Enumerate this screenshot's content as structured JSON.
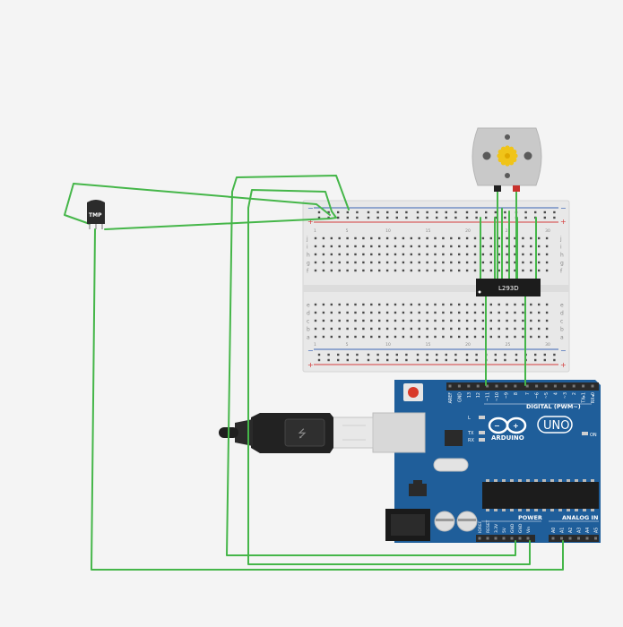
{
  "components": {
    "temp_sensor": {
      "label": "TMP"
    },
    "motor": {
      "type": "dc-motor"
    },
    "driver_chip": {
      "label": "L293D"
    },
    "arduino": {
      "brand": "ARDUINO",
      "model": "UNO",
      "digital_label": "DIGITAL (PWM~)",
      "power_label": "POWER",
      "analog_label": "ANALOG IN",
      "on_label": "ON",
      "led_labels": [
        "L",
        "TX",
        "RX"
      ],
      "top_pins": [
        "AREF",
        "GND",
        "13",
        "12",
        "~11",
        "~10",
        "~9",
        "8",
        "7",
        "~6",
        "~5",
        "4",
        "~3",
        "2",
        "TX▸1",
        "RX◂0"
      ],
      "power_pins": [
        "IOREF",
        "RESET",
        "3.3V",
        "5V",
        "GND",
        "GND",
        "Vin"
      ],
      "analog_pins": [
        "A0",
        "A1",
        "A2",
        "A3",
        "A4",
        "A5"
      ]
    }
  },
  "breadboard": {
    "row_letters_top": [
      "j",
      "i",
      "h",
      "g",
      "f"
    ],
    "row_letters_bottom": [
      "e",
      "d",
      "c",
      "b",
      "a"
    ],
    "column_numbers": [
      "1",
      "5",
      "10",
      "15",
      "20",
      "25",
      "30"
    ],
    "rail_plus": "+",
    "rail_minus": "−"
  },
  "colors": {
    "wire": "#45b649",
    "arduino_board": "#1f5e9a",
    "breadboard": "#e9e9e9",
    "rail_red": "#d43b3b",
    "rail_blue": "#3a63b5",
    "motor_body": "#c9c9c9",
    "motor_shaft": "#f0c419"
  }
}
